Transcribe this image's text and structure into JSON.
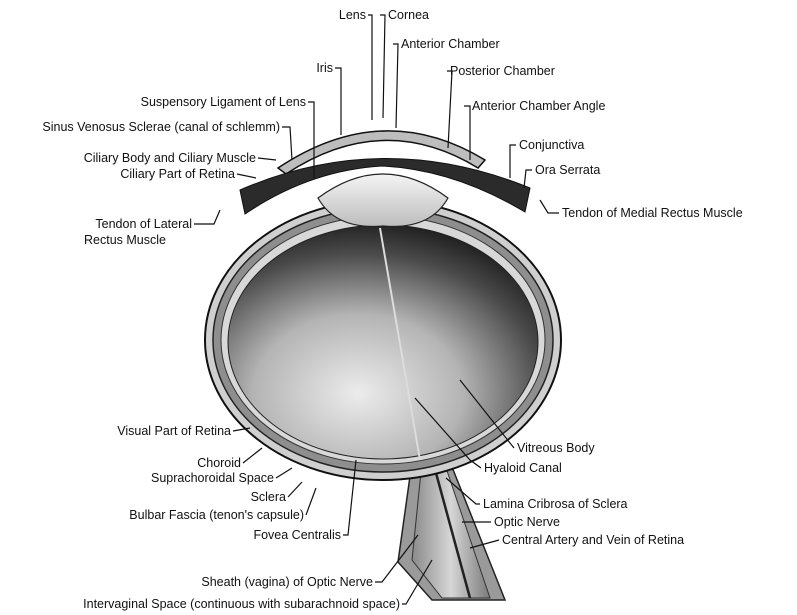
{
  "colors": {
    "background": "#ffffff",
    "ink": "#111111",
    "vitreous_light": "#e8e8e8",
    "vitreous_dark": "#1a1a1a"
  },
  "labels": {
    "lens": "Lens",
    "cornea": "Cornea",
    "anterior_chamber": "Anterior Chamber",
    "iris": "Iris",
    "posterior_chamber": "Posterior Chamber",
    "suspensory_ligament": "Suspensory Ligament of Lens",
    "anterior_chamber_angle": "Anterior Chamber Angle",
    "sinus_venosus": "Sinus Venosus Sclerae (canal of schlemm)",
    "conjunctiva": "Conjunctiva",
    "ciliary_body": "Ciliary Body and Ciliary Muscle",
    "ora_serrata": "Ora Serrata",
    "ciliary_part_retina": "Ciliary Part of Retina",
    "tendon_medial": "Tendon of Medial Rectus Muscle",
    "tendon_lateral_1": "Tendon of Lateral",
    "tendon_lateral_2": "Rectus Muscle",
    "visual_part_retina": "Visual Part of Retina",
    "vitreous_body": "Vitreous Body",
    "choroid": "Choroid",
    "hyaloid_canal": "Hyaloid Canal",
    "suprachoroidal_space": "Suprachoroidal Space",
    "sclera": "Sclera",
    "lamina_cribrosa": "Lamina Cribrosa of Sclera",
    "bulbar_fascia": "Bulbar Fascia (tenon's capsule)",
    "optic_nerve": "Optic Nerve",
    "fovea_centralis": "Fovea Centralis",
    "central_artery_vein": "Central Artery and Vein of Retina",
    "sheath_optic_nerve": "Sheath (vagina) of Optic Nerve",
    "intervaginal_space": "Intervaginal Space (continuous with subarachnoid space)"
  }
}
